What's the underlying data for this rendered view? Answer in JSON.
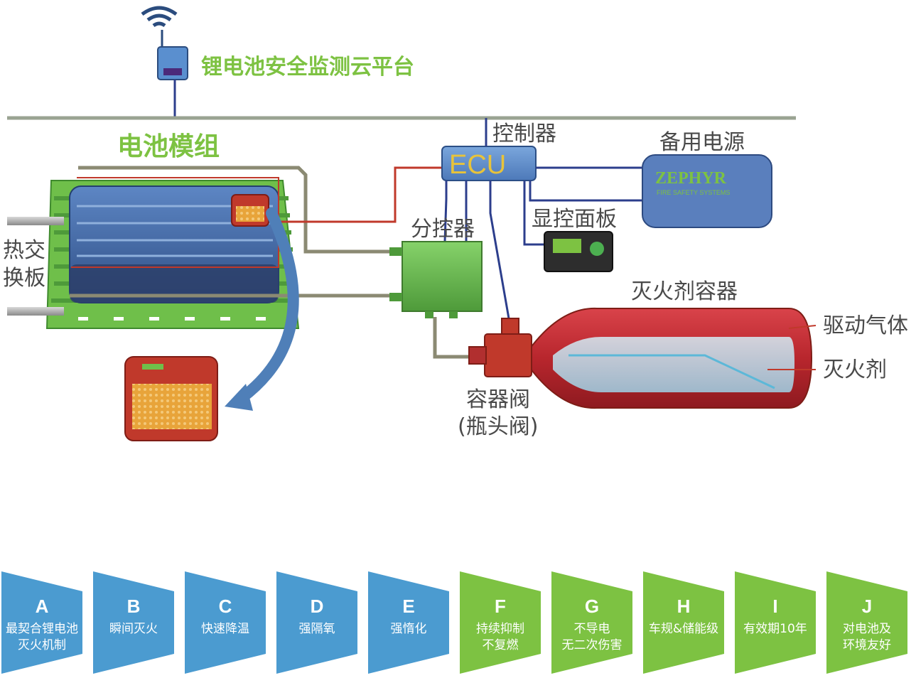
{
  "cloud_label": "锂电池安全监测云平台",
  "module_title": "电池模组",
  "labels": {
    "controller": "控制器",
    "ecu": "ECU",
    "backup_power": "备用电源",
    "display_panel": "显控面板",
    "splitter": "分控器",
    "heat_exchanger_line1": "热交",
    "heat_exchanger_line2": "换板",
    "extinguisher_container": "灭火剂容器",
    "drive_gas": "驱动气体",
    "agent": "灭火剂",
    "valve_line1": "容器阀",
    "valve_line2": "(瓶头阀)",
    "brand": "ZEPHYR",
    "brand_sub": "FIRE SAFETY SYSTEMS"
  },
  "colors": {
    "green_title": "#7dc242",
    "blue_tile": "#4b9bd0",
    "green_tile": "#7dc242",
    "bus_line": "#9aa392",
    "signal_red": "#c0392b",
    "signal_blue": "#2c3e8c"
  },
  "tiles": [
    {
      "letter": "A",
      "line1": "最契合锂电池",
      "line2": "灭火机制",
      "color": "blue"
    },
    {
      "letter": "B",
      "line1": "瞬间灭火",
      "line2": "",
      "color": "blue"
    },
    {
      "letter": "C",
      "line1": "快速降温",
      "line2": "",
      "color": "blue"
    },
    {
      "letter": "D",
      "line1": "强隔氧",
      "line2": "",
      "color": "blue"
    },
    {
      "letter": "E",
      "line1": "强惰化",
      "line2": "",
      "color": "blue"
    },
    {
      "letter": "F",
      "line1": "持续抑制",
      "line2": "不复燃",
      "color": "green"
    },
    {
      "letter": "G",
      "line1": "不导电",
      "line2": "无二次伤害",
      "color": "green"
    },
    {
      "letter": "H",
      "line1": "车规&储能级",
      "line2": "",
      "color": "green"
    },
    {
      "letter": "I",
      "line1": "有效期10年",
      "line2": "",
      "color": "green"
    },
    {
      "letter": "J",
      "line1": "对电池及",
      "line2": "环境友好",
      "color": "green"
    }
  ]
}
